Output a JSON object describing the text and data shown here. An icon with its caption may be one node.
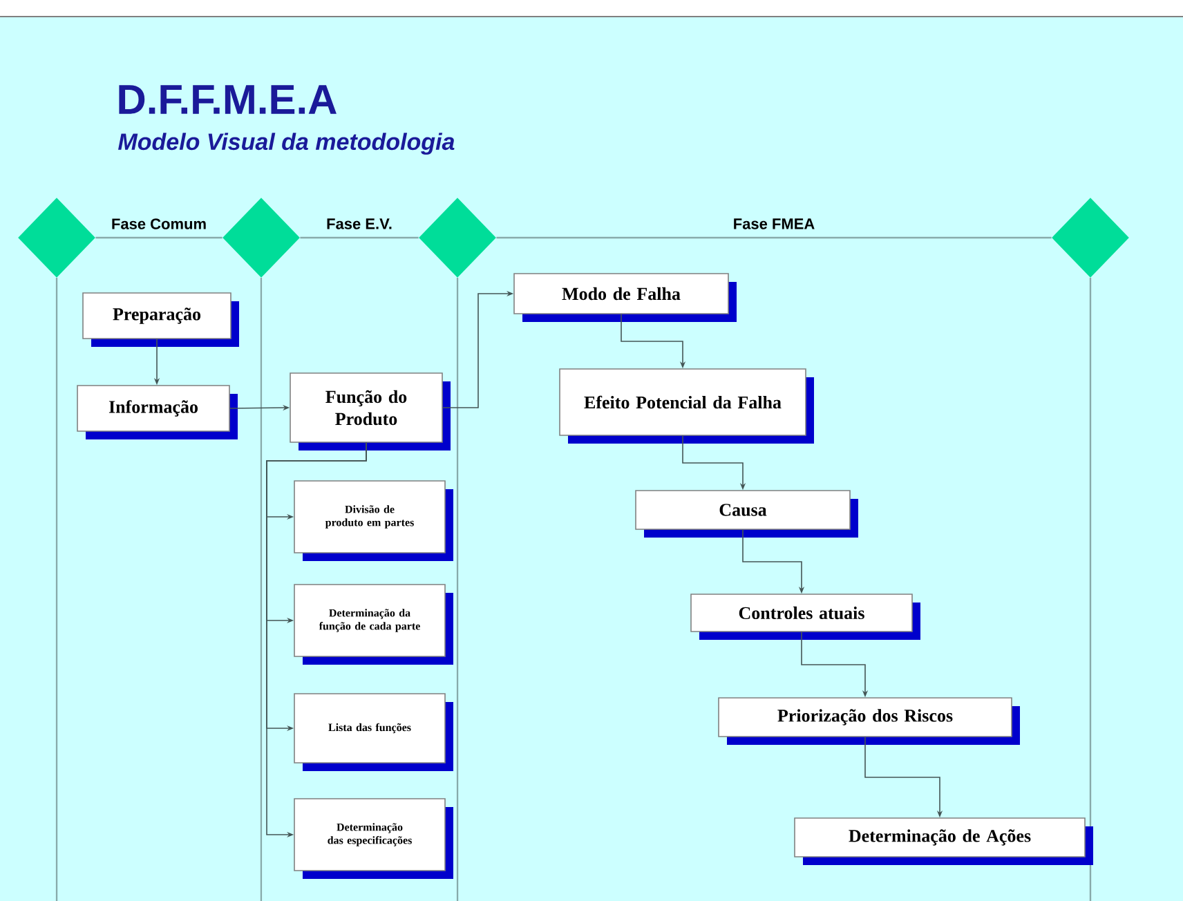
{
  "diagram": {
    "title": "D.F.F.M.E.A",
    "nodes": [
      {
        "text": [],
        "shape": "diamond"
      },
      {
        "text": [],
        "shape": "diamond"
      },
      {
        "text": [],
        "shape": "diamond"
      },
      {
        "text": [],
        "shape": "diamond"
      },
      {
        "text": [
          "Preparação"
        ]
      },
      {
        "text": [
          "Informação"
        ]
      },
      {
        "text": [
          "Função do Produto"
        ]
      },
      {
        "text": [
          "Divisão de produto em partes"
        ]
      },
      {
        "text": [
          "Determinação da função de cada parte"
        ]
      },
      {
        "text": [
          "Lista das funções"
        ]
      },
      {
        "text": [
          "Determinação das especificações"
        ]
      },
      {
        "text": [
          "Modo de Falha"
        ]
      },
      {
        "text": [
          "Efeito Potencial da Falha"
        ]
      },
      {
        "text": [
          "Causa"
        ]
      },
      {
        "text": [
          "Controles atuais"
        ]
      },
      {
        "text": [
          "Priorização dos Riscos"
        ]
      },
      {
        "text": [
          "Determinação de Ações"
        ]
      }
    ],
    "edges": [
      {
        "from": 0,
        "to": 1,
        "arrow": "none",
        "label": "Fase Comum"
      },
      {
        "from": 1,
        "to": 2,
        "arrow": "none",
        "label": "Fase E.V."
      },
      {
        "from": 2,
        "to": 3,
        "arrow": "none",
        "label": "Fase FMEA"
      },
      {
        "from": 4,
        "to": 5,
        "arrow": "to"
      },
      {
        "from": 5,
        "to": 6,
        "arrow": "to"
      },
      {
        "from": 6,
        "to": 11,
        "arrow": "to"
      },
      {
        "from": 6,
        "to": 7,
        "arrow": "to"
      },
      {
        "from": 6,
        "to": 8,
        "arrow": "to"
      },
      {
        "from": 6,
        "to": 9,
        "arrow": "to"
      },
      {
        "from": 6,
        "to": 10,
        "arrow": "to"
      },
      {
        "from": 11,
        "to": 12,
        "arrow": "to"
      },
      {
        "from": 12,
        "to": 13,
        "arrow": "to"
      },
      {
        "from": 13,
        "to": 14,
        "arrow": "to"
      },
      {
        "from": 14,
        "to": 15,
        "arrow": "to"
      },
      {
        "from": 15,
        "to": 16,
        "arrow": "to"
      }
    ],
    "labels": [
      "Modelo Visual da metodologia"
    ]
  }
}
